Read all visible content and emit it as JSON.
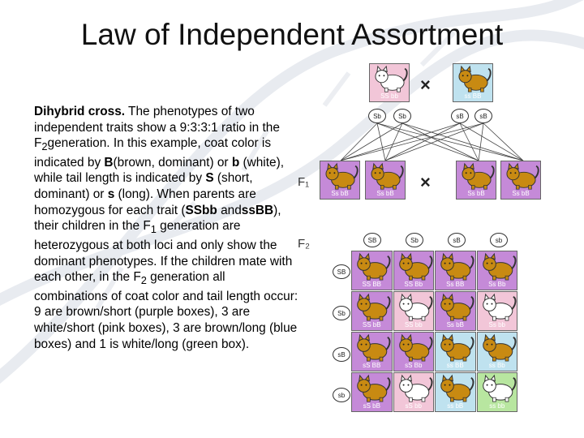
{
  "title": "Law of Independent Assortment",
  "description": {
    "lead_bold": "Dihybrid cross.",
    "p1": " The phenotypes of two independent traits show a 9:3:3:1 ratio in the F",
    "p1_sub": "2",
    "p2": "generation. In this example, coat color is indicated by ",
    "B": "B",
    "p3": "(brown, dominant) or ",
    "b": "b",
    "p4": " (white), while tail length is indicated by ",
    "S": "S",
    "p5": " (short, dominant) or ",
    "s": "s",
    "p6": " (long). When parents are homozygous for each trait (",
    "SSbb": "SSbb",
    "and": " and",
    "ssBB": "ssBB",
    "p7": "), their children in the F",
    "p7_sub": "1",
    "p8": " generation are heterozygous at both loci and only show the dominant phenotypes. If the children mate with each other, in the F",
    "p8_sub": "2",
    "p9": " generation all combinations of coat color and tail length occur: 9 are brown/short (purple boxes), 3 are white/short (pink boxes), 3 are brown/long (blue boxes) and 1 is white/long (green box)."
  },
  "parents": [
    {
      "label": "SS bb",
      "color": "#f2c6d8",
      "cat": "white"
    },
    {
      "label": "ss BB",
      "color": "#bfe2ef",
      "cat": "brown"
    }
  ],
  "cross_symbol": "×",
  "parent_gametes": [
    "Sb",
    "Sb",
    "sB",
    "sB"
  ],
  "f1_label": "F₁",
  "f2_label": "F₂",
  "f1": [
    {
      "label": "Ss bB",
      "color": "#c58ad8"
    },
    {
      "label": "Ss bB",
      "color": "#c58ad8"
    },
    {
      "label": "Ss bB",
      "color": "#c58ad8"
    },
    {
      "label": "Ss bB",
      "color": "#c58ad8"
    }
  ],
  "f2_top_gametes": [
    "SB",
    "Sb",
    "sB",
    "sb"
  ],
  "f2_side_gametes": [
    "SB",
    "Sb",
    "sB",
    "sb"
  ],
  "f2_grid": [
    [
      {
        "label": "SS BB",
        "color": "#c58ad8",
        "cat": "brown"
      },
      {
        "label": "SS Bb",
        "color": "#c58ad8",
        "cat": "brown"
      },
      {
        "label": "Ss BB",
        "color": "#c58ad8",
        "cat": "brown"
      },
      {
        "label": "Ss Bb",
        "color": "#c58ad8",
        "cat": "brown"
      }
    ],
    [
      {
        "label": "SS bB",
        "color": "#c58ad8",
        "cat": "brown"
      },
      {
        "label": "SS bb",
        "color": "#f2c6d8",
        "cat": "white"
      },
      {
        "label": "Ss bB",
        "color": "#c58ad8",
        "cat": "brown"
      },
      {
        "label": "Ss bb",
        "color": "#f2c6d8",
        "cat": "white"
      }
    ],
    [
      {
        "label": "sS BB",
        "color": "#c58ad8",
        "cat": "brown"
      },
      {
        "label": "sS Bb",
        "color": "#c58ad8",
        "cat": "brown"
      },
      {
        "label": "ss BB",
        "color": "#bfe2ef",
        "cat": "brown"
      },
      {
        "label": "ss Bb",
        "color": "#bfe2ef",
        "cat": "brown"
      }
    ],
    [
      {
        "label": "sS bB",
        "color": "#c58ad8",
        "cat": "brown"
      },
      {
        "label": "sS bb",
        "color": "#f2c6d8",
        "cat": "white"
      },
      {
        "label": "ss bB",
        "color": "#bfe2ef",
        "cat": "brown"
      },
      {
        "label": "ss bb",
        "color": "#b8e6a0",
        "cat": "white"
      }
    ]
  ],
  "colors": {
    "brown_cat": "#c88a12",
    "white_cat": "#ffffff",
    "outline": "#333333"
  }
}
